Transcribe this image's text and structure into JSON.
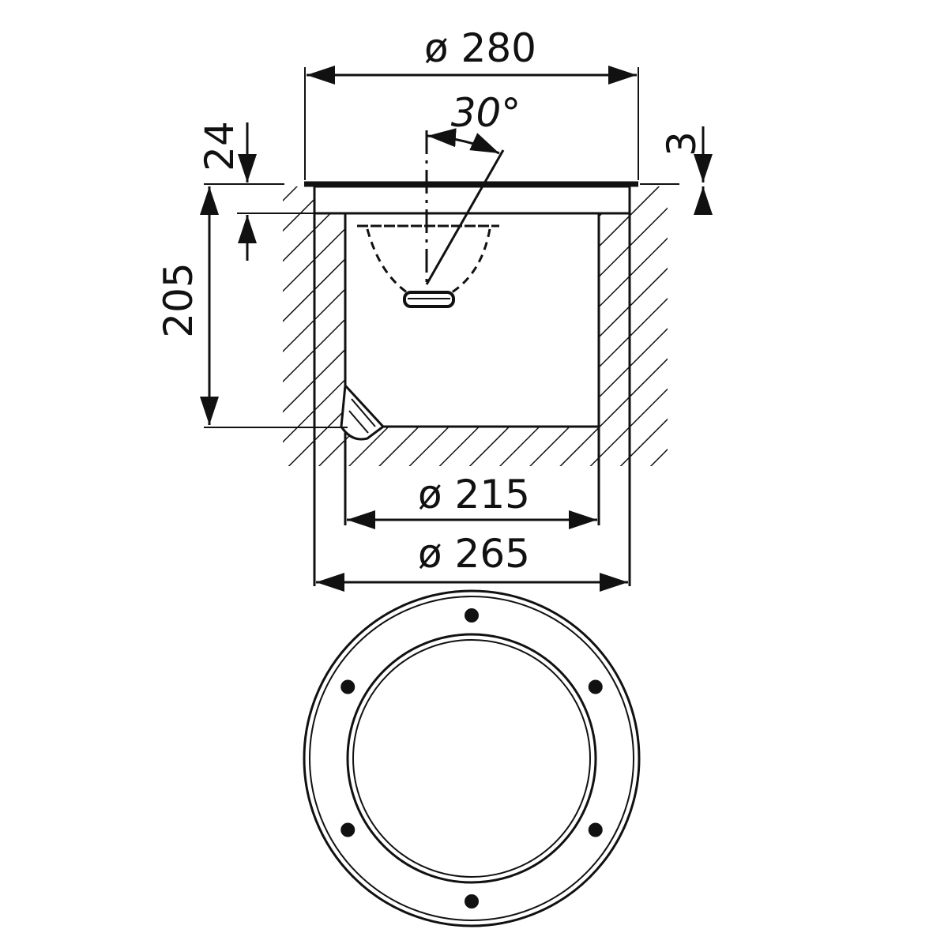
{
  "drawing": {
    "dimensions": {
      "flange_diameter": "ø 280",
      "beam_angle": "30°",
      "flange_height": "24",
      "flange_thickness": "3",
      "depth": "205",
      "inner_diameter": "ø 215",
      "outer_diameter": "ø 265"
    },
    "plan_view": {
      "bolt_count": 6
    },
    "colors": {
      "line": "#111111",
      "background": "#ffffff"
    }
  }
}
